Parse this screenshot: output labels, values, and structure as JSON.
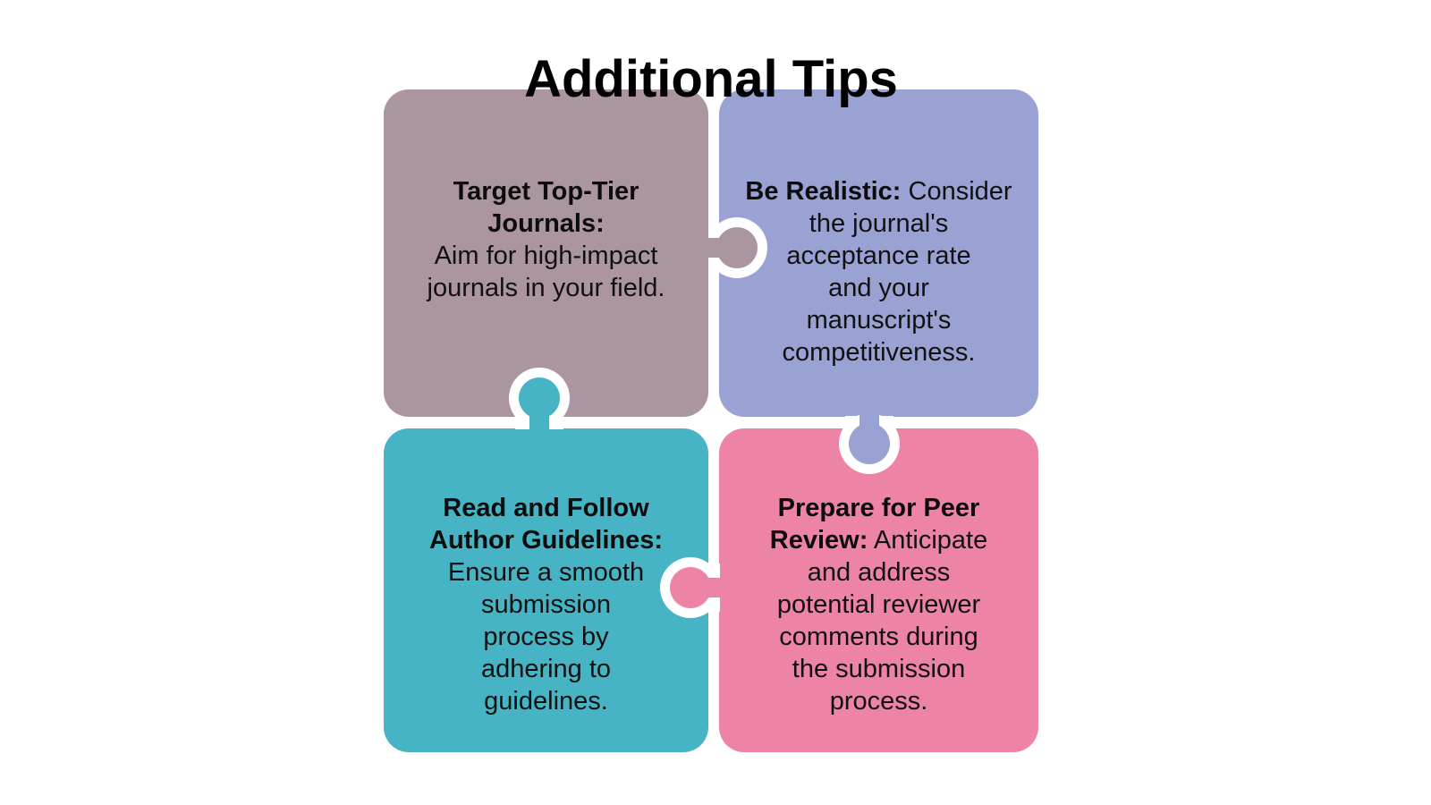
{
  "title": "Additional Tips",
  "background_color": "#ffffff",
  "text_color": "#111111",
  "pieces": [
    {
      "id": "target-top-tier-journals",
      "position": "top-left",
      "color": "#ab95a0",
      "heading": "Target Top-Tier\nJournals:",
      "body": "Aim for high-impact\njournals in your field."
    },
    {
      "id": "be-realistic",
      "position": "top-right",
      "color": "#99a2d2",
      "heading": "Be Realistic:",
      "body": "Consider\nthe journal's\nacceptance rate\nand your\nmanuscript's\ncompetitiveness."
    },
    {
      "id": "read-and-follow-author-guidelines",
      "position": "bottom-left",
      "color": "#46b4c4",
      "heading": "Read and Follow\nAuthor Guidelines:",
      "body": "Ensure a smooth\nsubmission\nprocess by\nadhering to\nguidelines."
    },
    {
      "id": "prepare-for-peer-review",
      "position": "bottom-right",
      "color": "#ee84a5",
      "heading": "Prepare for Peer\nReview:",
      "body": "Anticipate\nand address\npotential reviewer\ncomments during\nthe submission\nprocess."
    }
  ]
}
